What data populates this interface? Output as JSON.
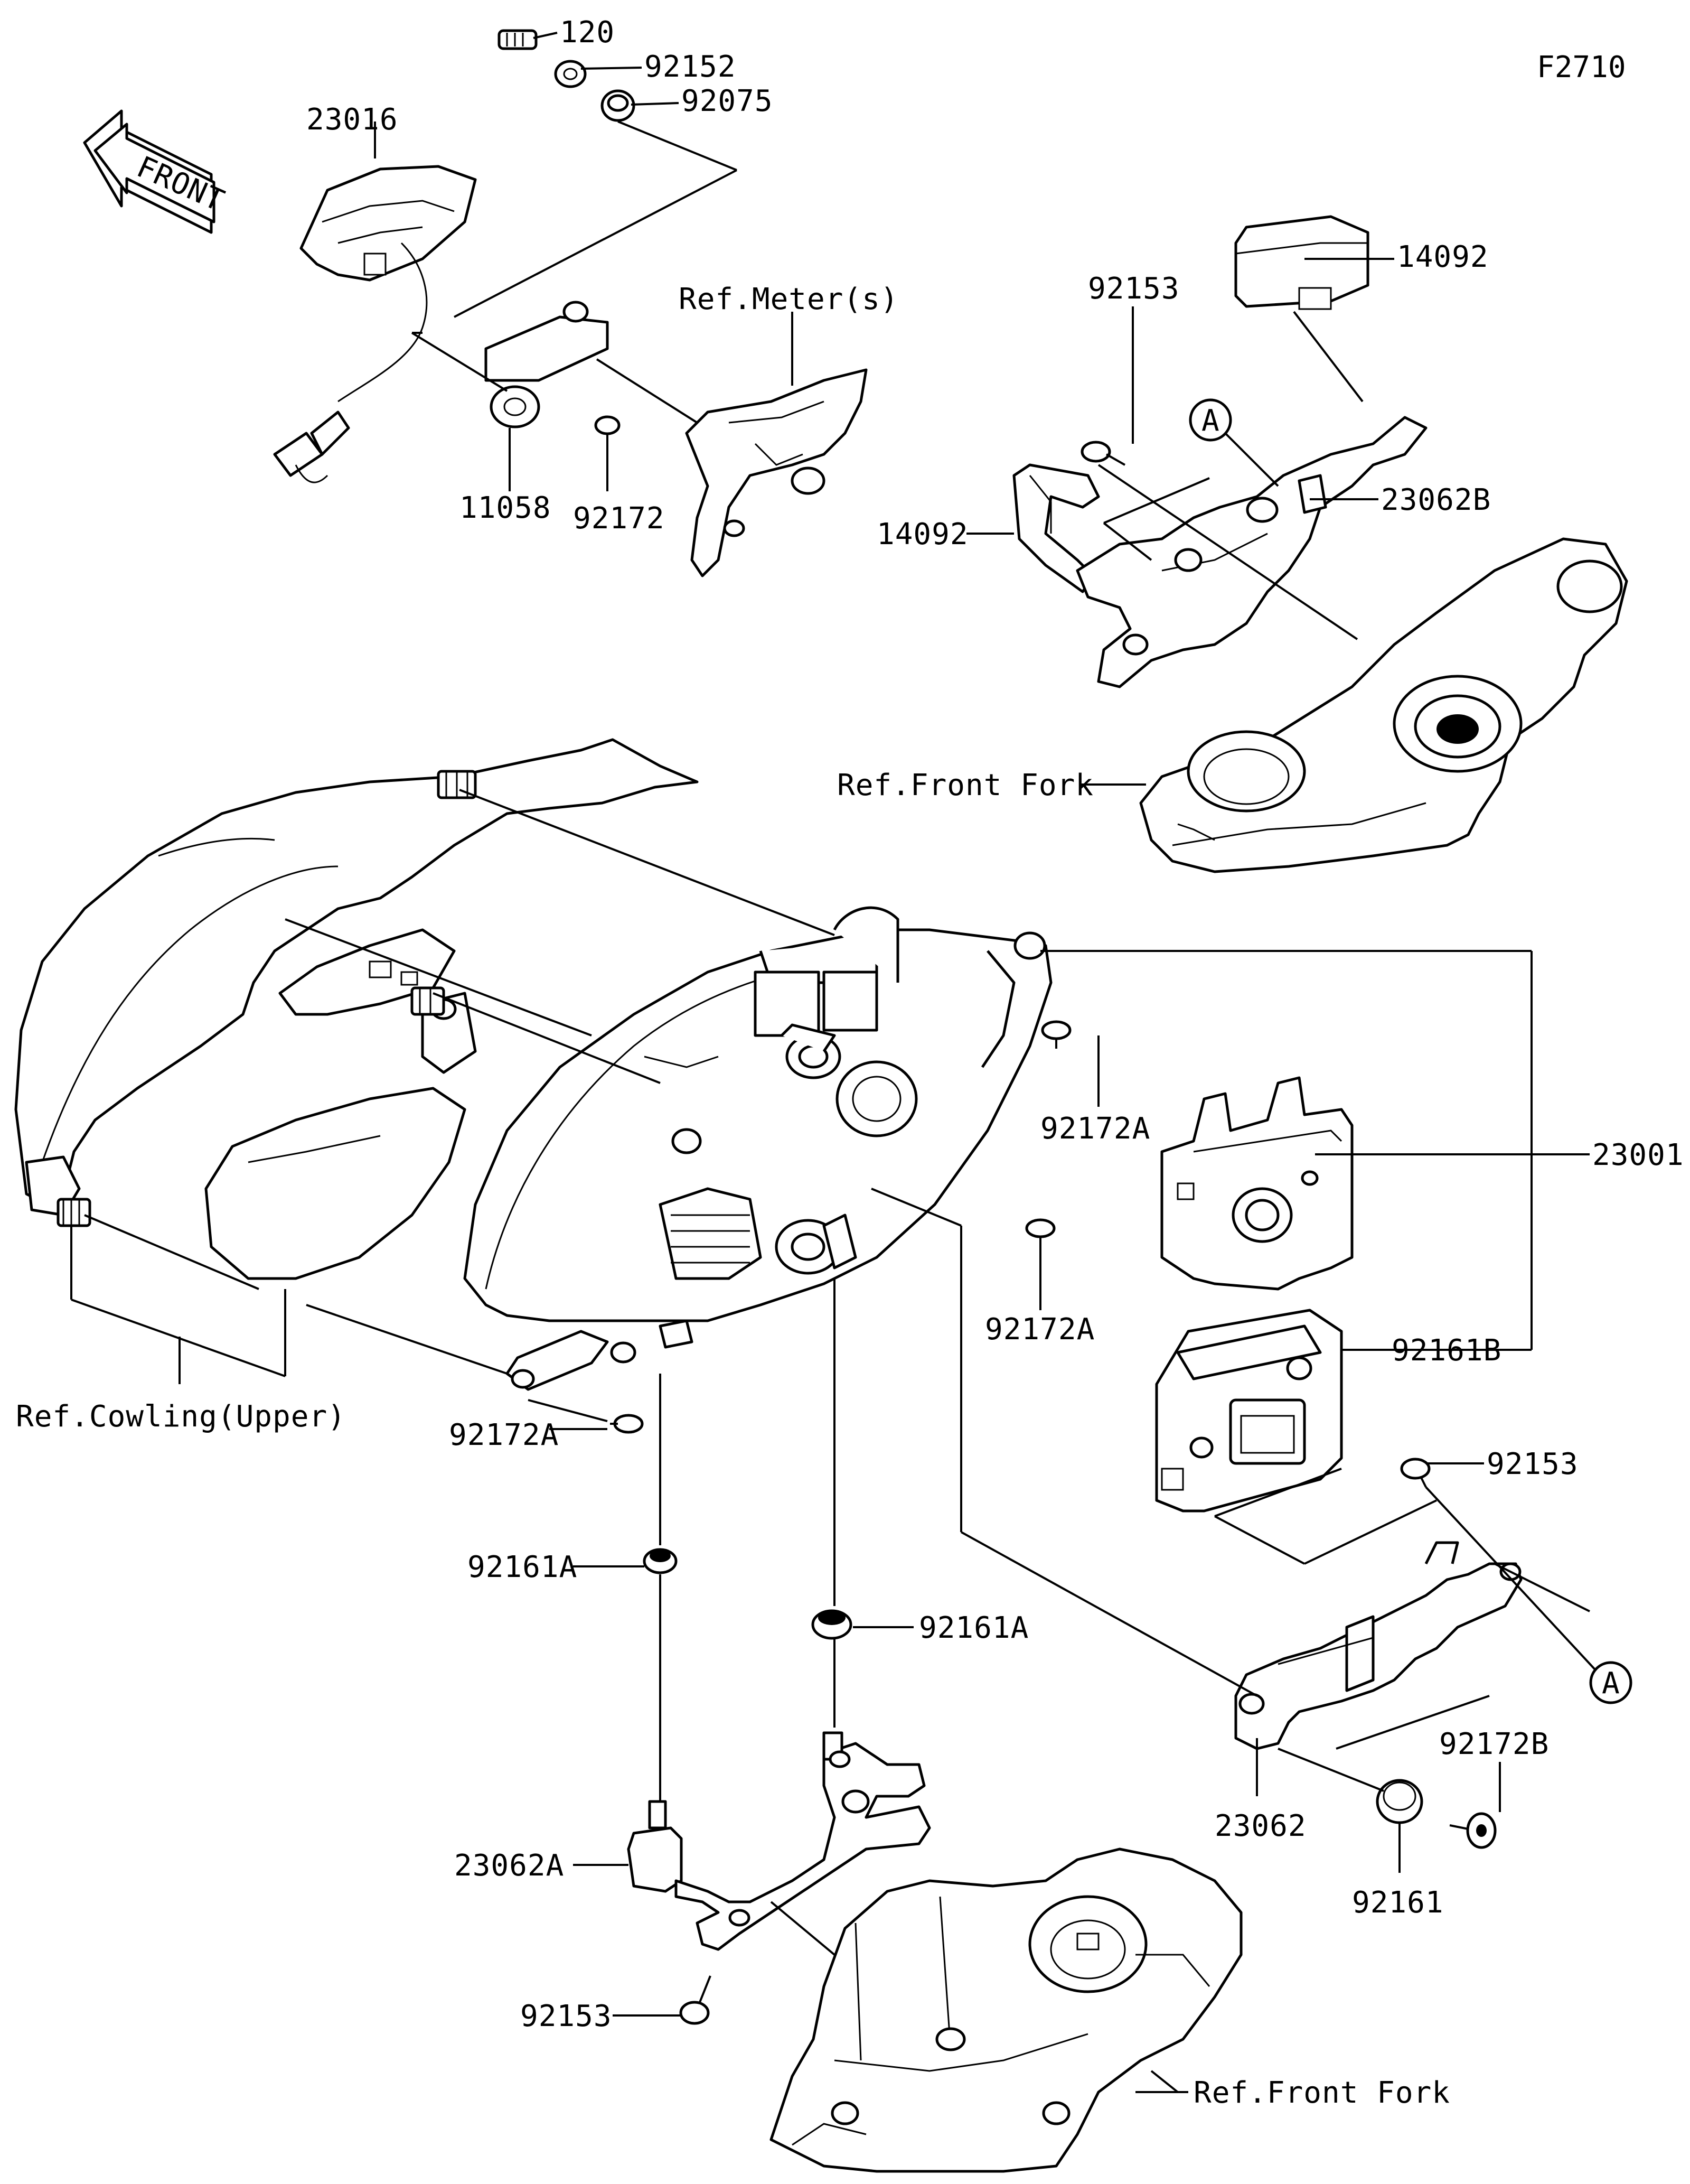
{
  "figure_code": "F2710",
  "front_arrow_label": "FRONT",
  "callouts": {
    "p120": "120",
    "p92152": "92152",
    "p92075": "92075",
    "p23016": "23016",
    "p11058": "11058",
    "p92172": "92172",
    "ref_meter": "Ref.Meter(s)",
    "p92153_top": "92153",
    "p14092_top": "14092",
    "p14092_left": "14092",
    "marker_a_top": "A",
    "p23062b": "23062B",
    "ref_front_fork_top": "Ref.Front Fork",
    "p92172a_1": "92172A",
    "p23001": "23001",
    "p92172a_2": "92172A",
    "p92161b": "92161B",
    "ref_cowling": "Ref.Cowling(Upper)",
    "p92172a_3": "92172A",
    "p92153_mid": "92153",
    "p92161a_left": "92161A",
    "p92161a_right": "92161A",
    "marker_a_bottom": "A",
    "p92172b": "92172B",
    "p23062": "23062",
    "p23062a": "23062A",
    "p92161": "92161",
    "p92153_bottom": "92153",
    "ref_front_fork_bottom": "Ref.Front Fork"
  }
}
